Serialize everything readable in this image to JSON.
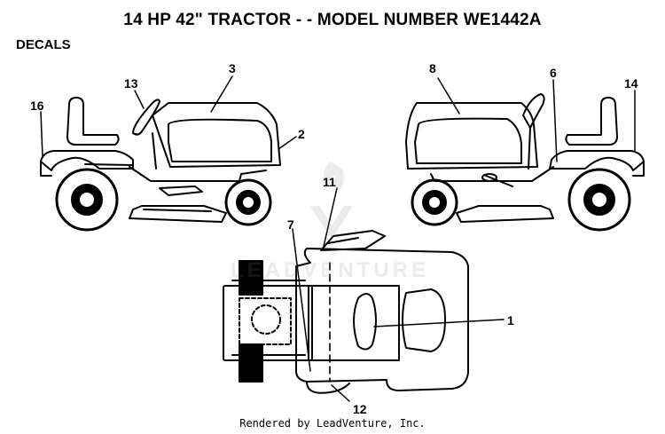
{
  "title": "14 HP 42\" TRACTOR - - MODEL NUMBER WE1442A",
  "section": "DECALS",
  "watermark": "LEADVENTURE",
  "footer": "Rendered by LeadVenture, Inc.",
  "callouts": [
    "1",
    "2",
    "3",
    "6",
    "7",
    "8",
    "11",
    "12",
    "13",
    "14",
    "16"
  ]
}
